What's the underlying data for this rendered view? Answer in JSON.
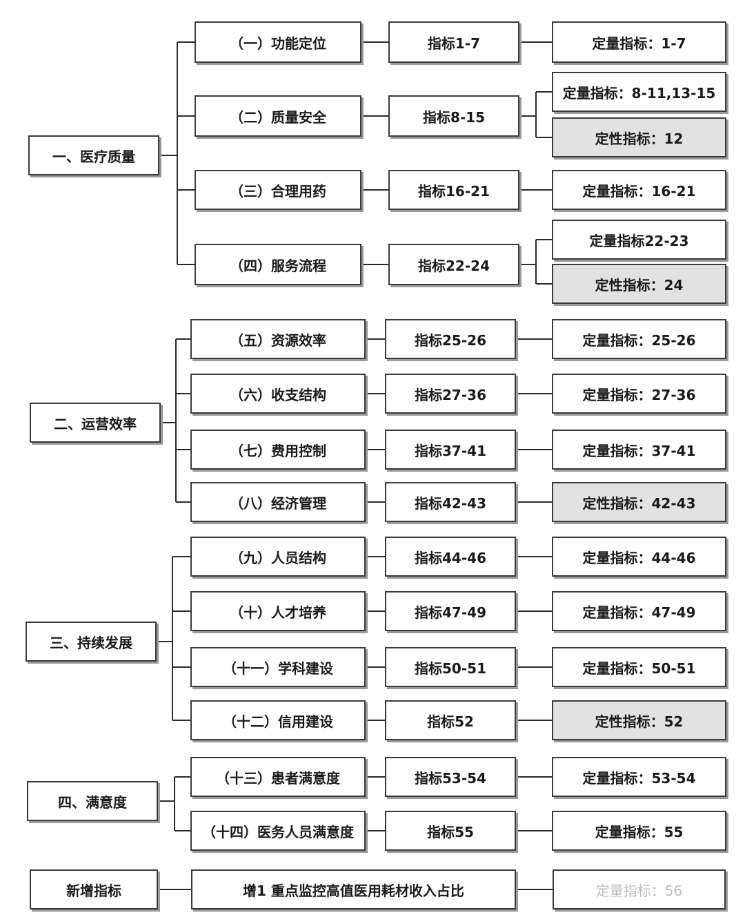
{
  "groups": [
    {
      "category": "一、医疗质量",
      "rows": [
        {
          "item": "（一）功能定位",
          "index": "指标1-7",
          "types": [
            {
              "label": "定量指标：1-7",
              "kind": "quant"
            }
          ]
        },
        {
          "item": "（二）质量安全",
          "index": "指标8-15",
          "types": [
            {
              "label": "定量指标：8-11,13-15",
              "kind": "quant"
            },
            {
              "label": "定性指标：12",
              "kind": "qual"
            }
          ]
        },
        {
          "item": "（三）合理用药",
          "index": "指标16-21",
          "types": [
            {
              "label": "定量指标：16-21",
              "kind": "quant"
            }
          ]
        },
        {
          "item": "（四）服务流程",
          "index": "指标22-24",
          "types": [
            {
              "label": "定量指标22-23",
              "kind": "quant"
            },
            {
              "label": "定性指标：24",
              "kind": "qual"
            }
          ]
        }
      ]
    },
    {
      "category": "二、运营效率",
      "rows": [
        {
          "item": "（五）资源效率",
          "index": "指标25-26",
          "types": [
            {
              "label": "定量指标：25-26",
              "kind": "quant"
            }
          ]
        },
        {
          "item": "（六）收支结构",
          "index": "指标27-36",
          "types": [
            {
              "label": "定量指标：27-36",
              "kind": "quant"
            }
          ]
        },
        {
          "item": "（七）费用控制",
          "index": "指标37-41",
          "types": [
            {
              "label": "定量指标：37-41",
              "kind": "quant"
            }
          ]
        },
        {
          "item": "（八）经济管理",
          "index": "指标42-43",
          "types": [
            {
              "label": "定性指标：42-43",
              "kind": "qual"
            }
          ]
        }
      ]
    },
    {
      "category": "三、持续发展",
      "rows": [
        {
          "item": "（九）人员结构",
          "index": "指标44-46",
          "types": [
            {
              "label": "定量指标：44-46",
              "kind": "quant"
            }
          ]
        },
        {
          "item": "（十）人才培养",
          "index": "指标47-49",
          "types": [
            {
              "label": "定量指标：47-49",
              "kind": "quant"
            }
          ]
        },
        {
          "item": "（十一）学科建设",
          "index": "指标50-51",
          "types": [
            {
              "label": "定量指标：50-51",
              "kind": "quant"
            }
          ]
        },
        {
          "item": "（十二）信用建设",
          "index": "指标52",
          "types": [
            {
              "label": "定性指标：52",
              "kind": "qual"
            }
          ]
        }
      ]
    },
    {
      "category": "四、满意度",
      "rows": [
        {
          "item": "（十三）患者满意度",
          "index": "指标53-54",
          "types": [
            {
              "label": "定量指标：53-54",
              "kind": "quant"
            }
          ]
        },
        {
          "item": "（十四）医务人员满意度",
          "index": "指标55",
          "types": [
            {
              "label": "定量指标：55",
              "kind": "quant"
            }
          ]
        }
      ]
    }
  ],
  "new_indicator": {
    "category": "新增指标",
    "item": "增1 重点监控高值医用耗材收入占比",
    "type_label": "定量指标：56"
  },
  "colors": {
    "border": "#3a3a3a",
    "shadow": "#9a9a9a",
    "qualitative_fill": "#e2e2e2",
    "line": "#2a2a2a"
  }
}
